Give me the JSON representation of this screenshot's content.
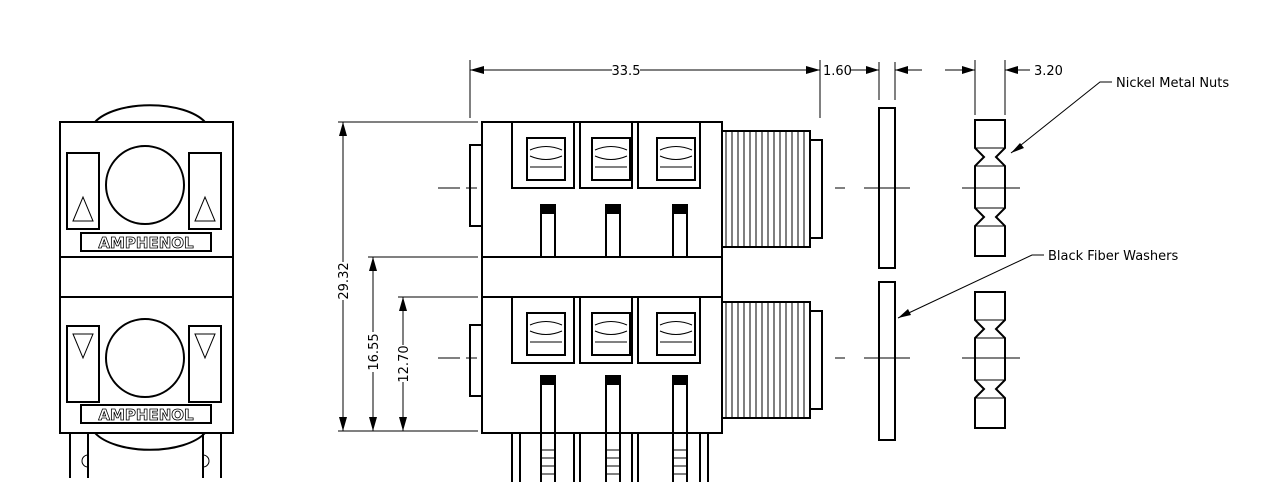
{
  "brand": "AMPHENOL",
  "dimensions": {
    "width": "33.5",
    "thickness_washer": "1.60",
    "thickness_nut": "3.20",
    "height_total": "29.32",
    "height_mid": "16.55",
    "height_lower": "12.70"
  },
  "callouts": {
    "nuts": "Nickel Metal Nuts",
    "washers": "Black Fiber Washers"
  }
}
